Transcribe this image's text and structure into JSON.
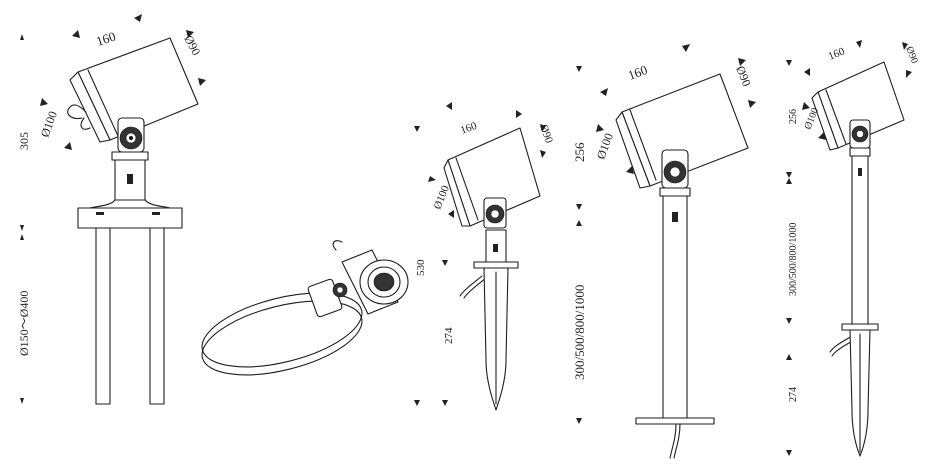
{
  "colors": {
    "line": "#1e1e1e",
    "background": "#ffffff"
  },
  "views": {
    "tripod_mount": {
      "length": "160",
      "head_dia": "Ø90",
      "neck_dia": "Ø100",
      "height": "305",
      "base_range": "Ø150～Ø400"
    },
    "ring_clamp": {},
    "short_spike": {
      "length": "160",
      "head_dia": "Ø90",
      "neck_dia": "Ø100",
      "total": "530",
      "spike": "274"
    },
    "tall_pole": {
      "length": "160",
      "head_dia": "Ø90",
      "neck_dia": "Ø100",
      "head_height": "256",
      "pole_heights": "300/500/800/1000"
    },
    "tall_spike": {
      "length": "160",
      "head_dia": "Ø90",
      "neck_dia": "Ø100",
      "head_height": "256",
      "pole_heights": "300/500/800/1000",
      "spike": "274"
    }
  }
}
